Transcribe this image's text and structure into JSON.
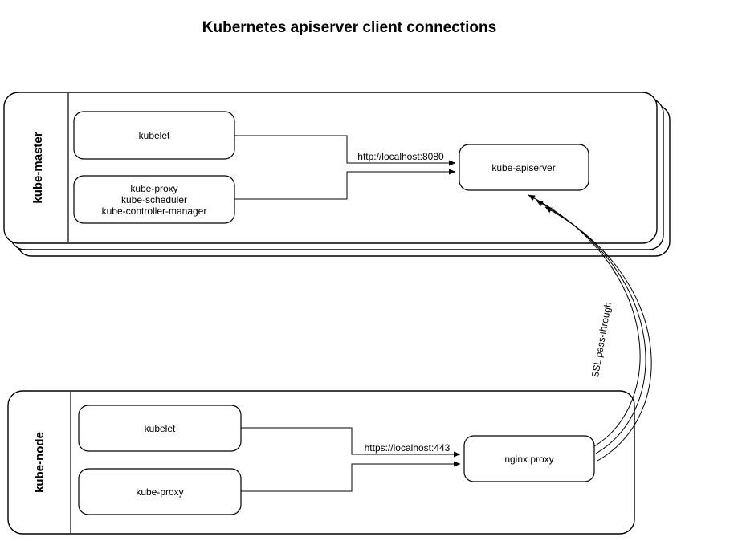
{
  "title": "Kubernetes apiserver client connections",
  "colors": {
    "stroke": "#000000",
    "background": "#ffffff"
  },
  "master": {
    "label": "kube-master",
    "kubelet_label": "kubelet",
    "services_box": {
      "line1": "kube-proxy",
      "line2": "kube-scheduler",
      "line3": "kube-controller-manager"
    },
    "apiserver_label": "kube-apiserver",
    "connection_label": "http://localhost:8080"
  },
  "node": {
    "label": "kube-node",
    "kubelet_label": "kubelet",
    "kube_proxy_label": "kube-proxy",
    "nginx_label": "nginx proxy",
    "connection_label": "https://localhost:443"
  },
  "ssl_connection_label": "SSL pass-through"
}
